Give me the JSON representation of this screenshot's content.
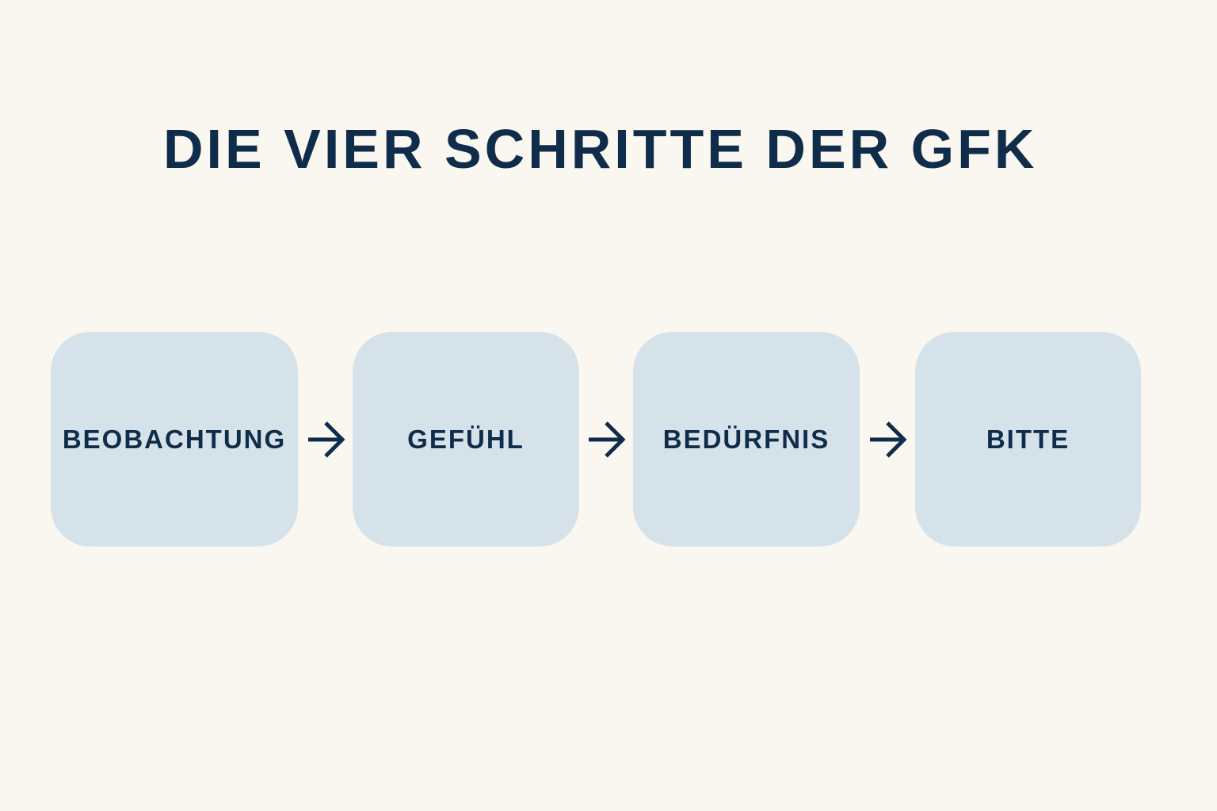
{
  "title": "DIE VIER SCHRITTE DER GFK",
  "steps": [
    {
      "label": "BEOBACHTUNG"
    },
    {
      "label": "GEFÜHL"
    },
    {
      "label": "BEDÜRFNIS"
    },
    {
      "label": "BITTE"
    }
  ],
  "arrows": [
    "arrow-right-icon",
    "arrow-right-icon",
    "arrow-right-icon"
  ],
  "colors": {
    "background": "#faf7f0",
    "box": "#d5e2ea",
    "text": "#0f2d4a"
  }
}
